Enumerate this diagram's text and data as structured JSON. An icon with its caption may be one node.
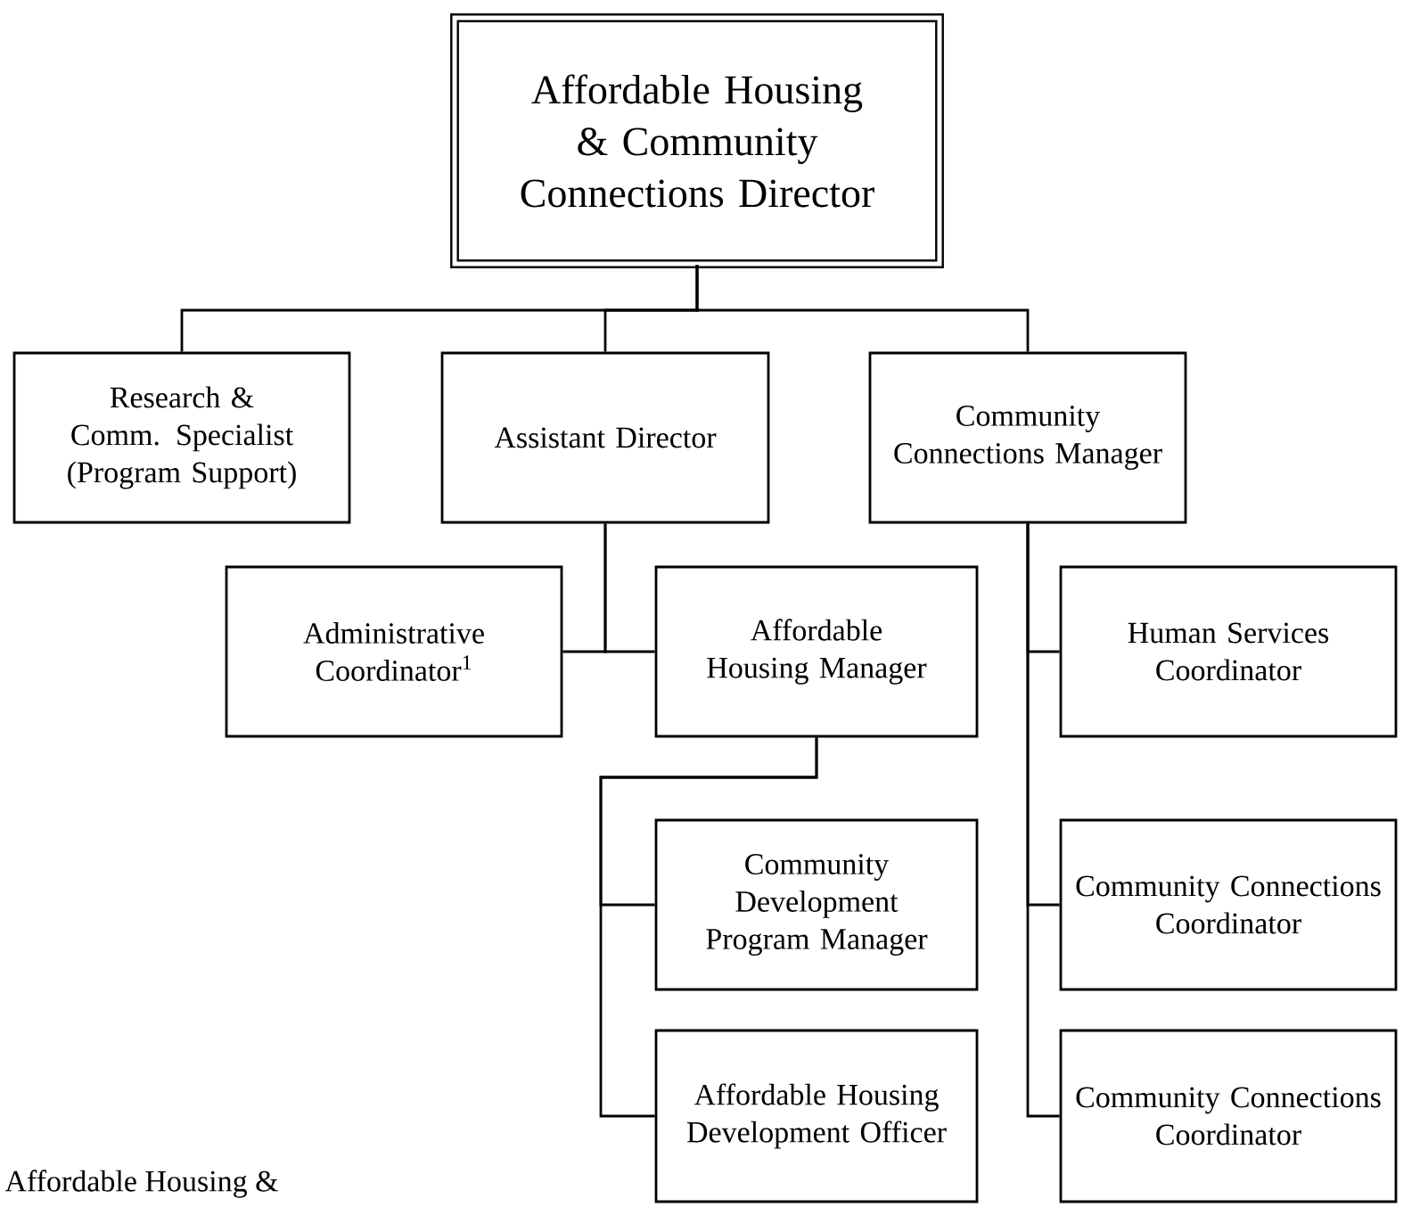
{
  "diagram": {
    "nodes": [
      {
        "text": [
          "Affordable Housing & Community Connections Director"
        ]
      },
      {
        "text": [
          "Research & Comm. Specialist (Program Support)"
        ]
      },
      {
        "text": [
          "Assistant Director"
        ]
      },
      {
        "text": [
          "Community Connections Manager"
        ]
      },
      {
        "text": [
          "Administrative Coordinator$^{1}$"
        ]
      },
      {
        "text": [
          "Affordable Housing Manager"
        ]
      },
      {
        "text": [
          "Human Services Coordinator"
        ]
      },
      {
        "text": [
          "Community Development Program Manager"
        ]
      },
      {
        "text": [
          "Affordable Housing Development Officer"
        ]
      },
      {
        "text": [
          "Community Connections Coordinator"
        ]
      },
      {
        "text": [
          "Community Connections Coordinator"
        ]
      }
    ],
    "edges": [
      {
        "from": 0,
        "to": 1,
        "arrow": "none"
      },
      {
        "from": 0,
        "to": 2,
        "arrow": "none"
      },
      {
        "from": 0,
        "to": 3,
        "arrow": "none"
      },
      {
        "from": 2,
        "to": 4,
        "arrow": "none"
      },
      {
        "from": 2,
        "to": 5,
        "arrow": "none"
      },
      {
        "from": 5,
        "to": 7,
        "arrow": "none"
      },
      {
        "from": 5,
        "to": 8,
        "arrow": "none"
      },
      {
        "from": 3,
        "to": 6,
        "arrow": "none"
      },
      {
        "from": 3,
        "to": 9,
        "arrow": "none"
      },
      {
        "from": 3,
        "to": 10,
        "arrow": "none"
      }
    ],
    "labels": [
      "Affordable Housing &"
    ]
  }
}
